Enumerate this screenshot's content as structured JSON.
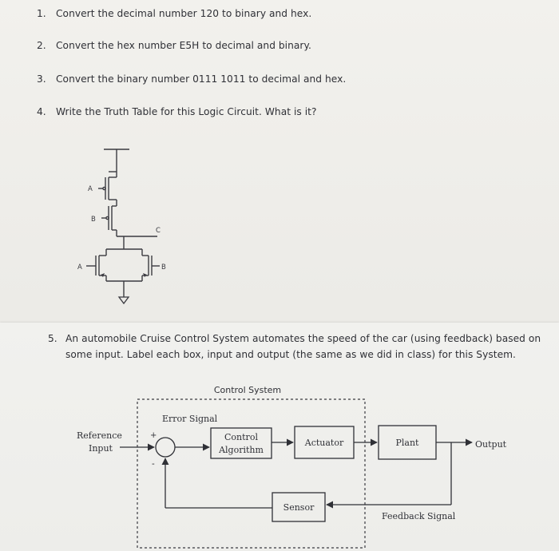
{
  "questions": [
    {
      "number": "1.",
      "text": "Convert the decimal number 120 to binary and hex."
    },
    {
      "number": "2.",
      "text": "Convert the hex number E5H to decimal and binary."
    },
    {
      "number": "3.",
      "text": "Convert the binary number 0111 1011 to decimal and hex."
    },
    {
      "number": "4.",
      "text": "Write the Truth Table for this Logic Circuit. What is it?"
    },
    {
      "number": "5.",
      "text": "An automobile Cruise Control System automates the speed of the car (using feedback) based on",
      "text_line2": "some input. Label each box, input and output (the same as we did in class) for this System."
    }
  ],
  "circuit": {
    "input_a_top": "A",
    "input_b_top": "B",
    "output_c": "C",
    "input_a_bottom": "A",
    "input_b_bottom": "B"
  },
  "block_diagram": {
    "system_label": "Control System",
    "error_signal": "Error Signal",
    "reference_input_line1": "Reference",
    "reference_input_line2": "Input",
    "plus_sign": "+",
    "minus_sign": "-",
    "control_algorithm_line1": "Control",
    "control_algorithm_line2": "Algorithm",
    "actuator": "Actuator",
    "plant": "Plant",
    "output": "Output",
    "sensor": "Sensor",
    "feedback_signal": "Feedback Signal"
  }
}
